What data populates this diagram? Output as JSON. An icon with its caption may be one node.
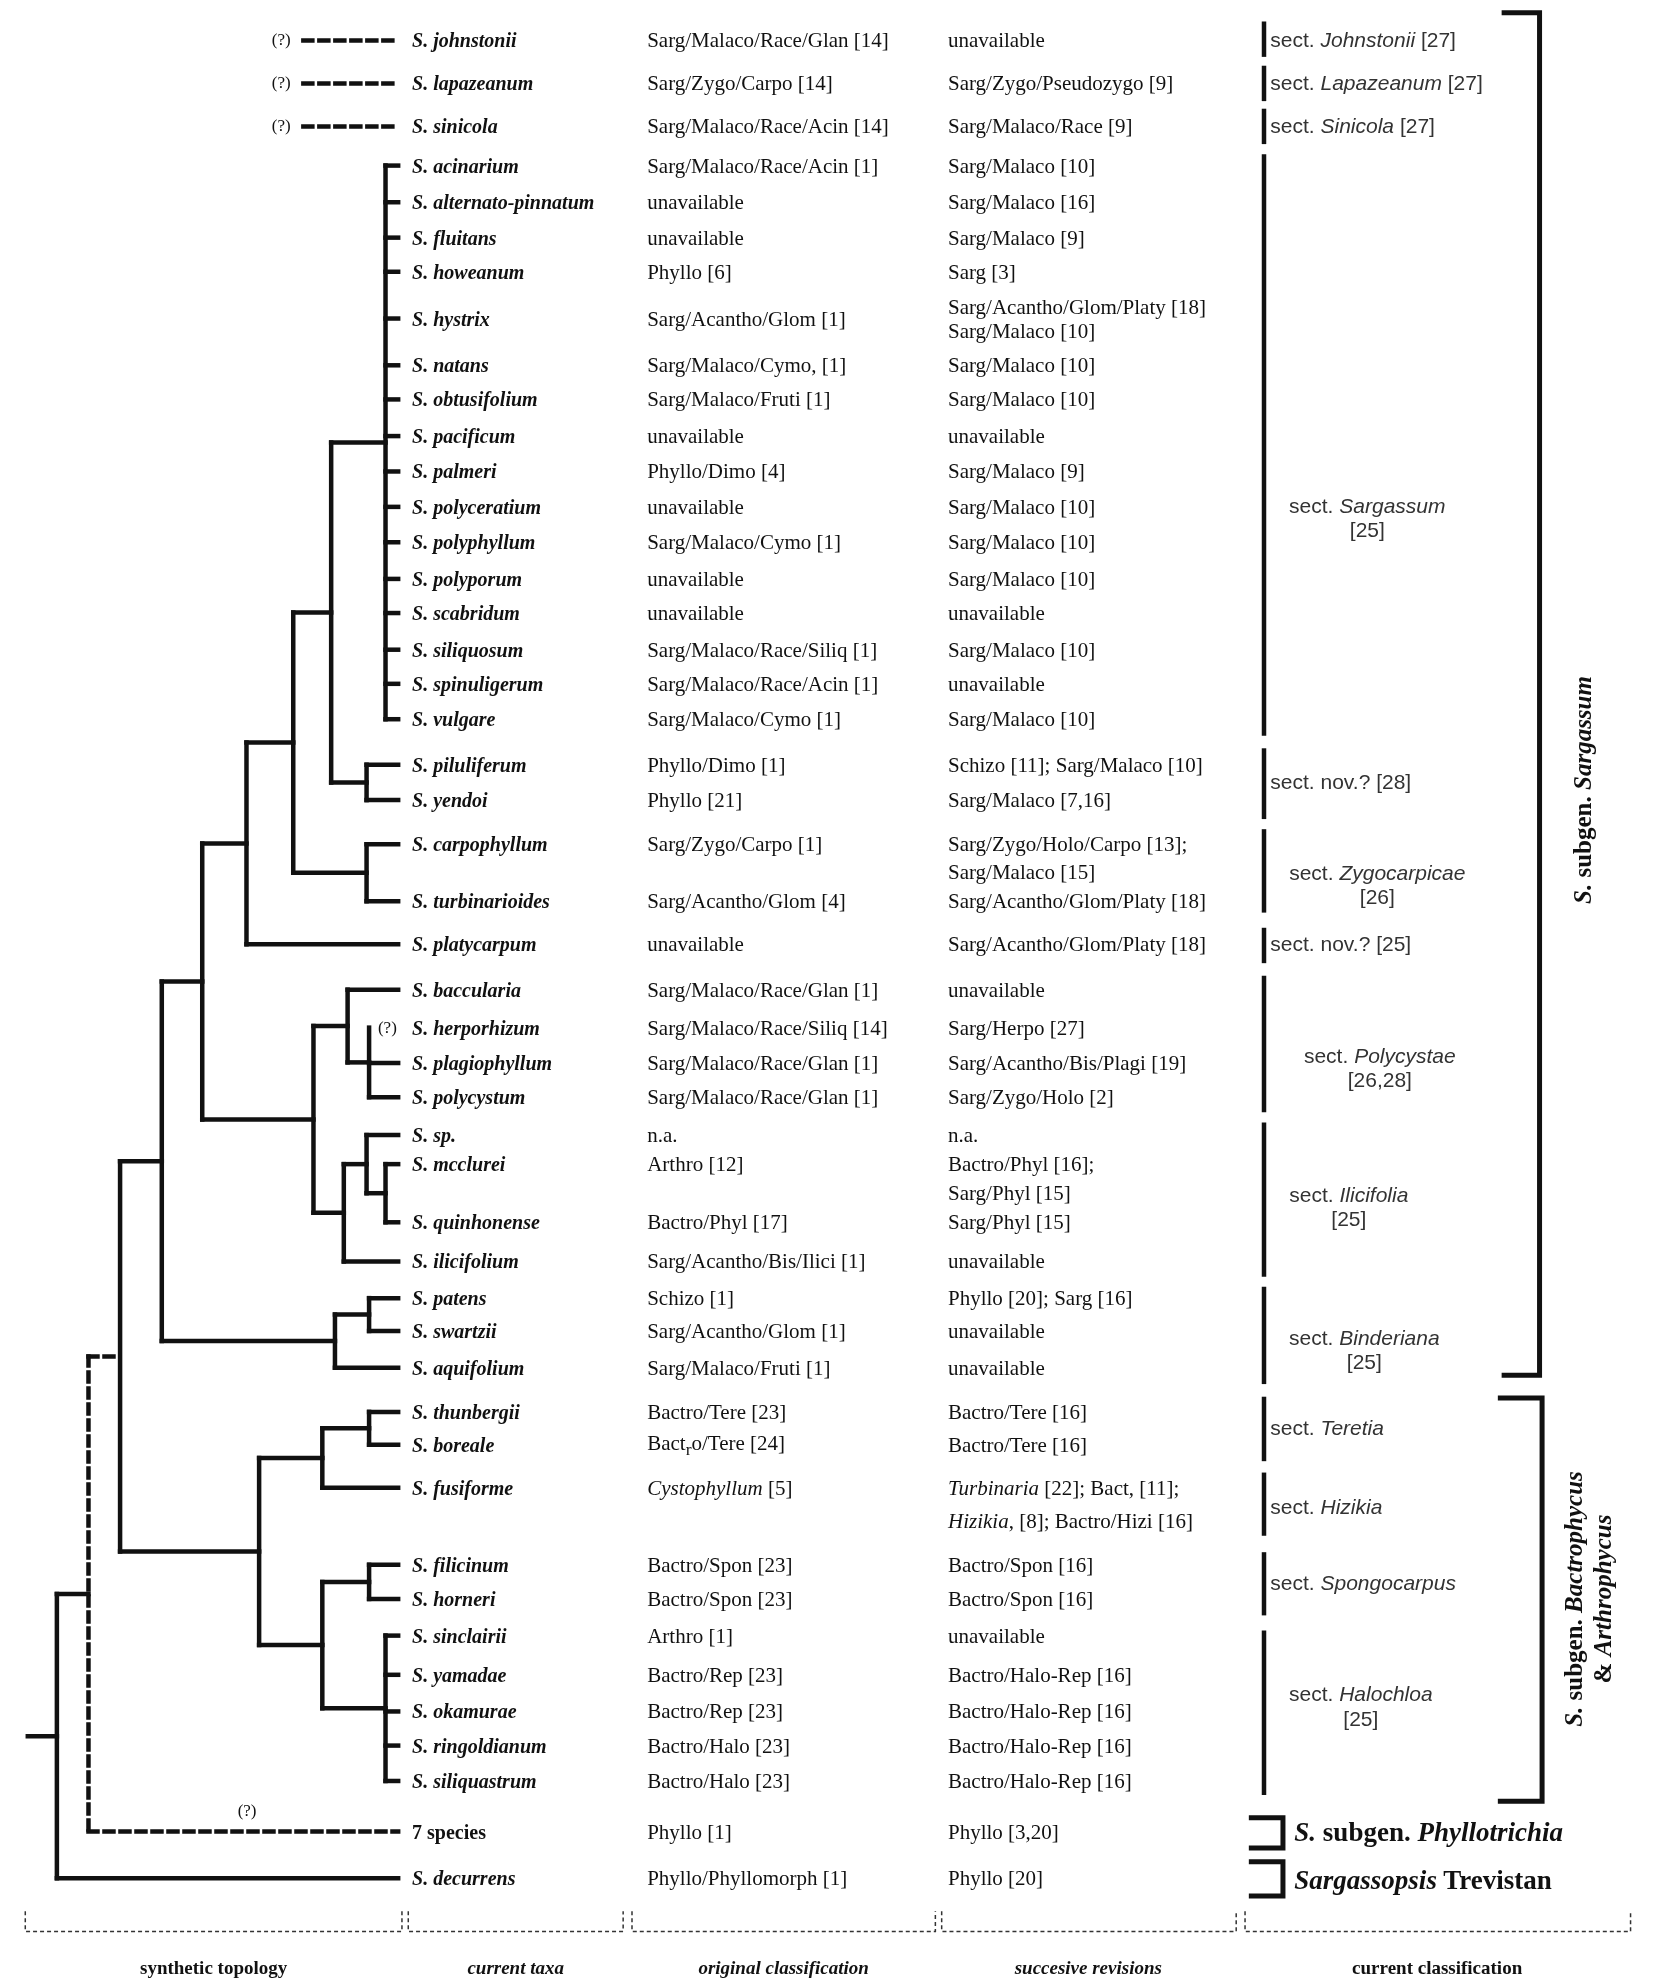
{
  "diagram": {
    "labels": [
      "(?)",
      "S. johnstonii",
      "Sarg/Malaco/Race/Glan [14]",
      "unavailable",
      "sect. *Johnstonii* [27]",
      "(?)",
      "S. lapazeanum",
      "Sarg/Zygo/Carpo [14]",
      "Sarg/Zygo/Pseudozygo [9]",
      "sect. *Lapazeanum* [27]",
      "(?)",
      "S. sinicola",
      "Sarg/Malaco/Race/Acin [14]",
      "Sarg/Malaco/Race [9]",
      "sect. *Sinicola* [27]",
      "S. acinarium",
      "Sarg/Malaco/Race/Acin [1]",
      "Sarg/Malaco [10]",
      "S. alternato-pinnatum",
      "unavailable",
      "Sarg/Malaco [16]",
      "S. fluitans",
      "unavailable",
      "Sarg/Malaco [9]",
      "S. howeanum",
      "Phyllo [6]",
      "Sarg [3]",
      "S. hystrix",
      "Sarg/Acantho/Glom [1]",
      "Sarg/Acantho/Glom/Platy [18]",
      "Sarg/Malaco [10]",
      "S. natans",
      "Sarg/Malaco/Cymo, [1]",
      "Sarg/Malaco [10]",
      "S. obtusifolium",
      "Sarg/Malaco/Fruti [1]",
      "Sarg/Malaco [10]",
      "S. pacificum",
      "unavailable",
      "unavailable",
      "S. palmeri",
      "Phyllo/Dimo [4]",
      "Sarg/Malaco [9]",
      "S. polyceratium",
      "unavailable",
      "Sarg/Malaco [10]",
      "sect. *Sargassum* [25]",
      "S. polyphyllum",
      "Sarg/Malaco/Cymo [1]",
      "Sarg/Malaco [10]",
      "S. polyporum",
      "unavailable",
      "Sarg/Malaco [10]",
      "S. scabridum",
      "unavailable",
      "unavailable",
      "S. siliquosum",
      "Sarg/Malaco/Race/Siliq [1]",
      "Sarg/Malaco [10]",
      "S. spinuligerum",
      "Sarg/Malaco/Race/Acin [1]",
      "unavailable",
      "S. vulgare",
      "Sarg/Malaco/Cymo [1]",
      "Sarg/Malaco [10]",
      "S. piluliferum",
      "Phyllo/Dimo [1]",
      "Schizo [11]; Sarg/Malaco [10]",
      "sect. nov.? [28]",
      "S. yendoi",
      "Phyllo [21]",
      "Sarg/Malaco [7,16]",
      "S. carpophyllum",
      "Sarg/Zygo/Carpo [1]",
      "Sarg/Zygo/Holo/Carpo [13];",
      "Sarg/Malaco [15]",
      "sect. *Zygocarpicae* [26]",
      "S. turbinarioides",
      "Sarg/Acantho/Glom [4]",
      "Sarg/Acantho/Glom/Platy [18]",
      "S. platycarpum",
      "unavailable",
      "Sarg/Acantho/Glom/Platy [18]",
      "sect. nov.? [25]",
      "S. baccularia",
      "Sarg/Malaco/Race/Glan [1]",
      "unavailable",
      "(?)",
      "S. herporhizum",
      "Sarg/Malaco/Race/Siliq [14]",
      "Sarg/Herpo [27]",
      "S. plagiophyllum",
      "Sarg/Malaco/Race/Glan [1]",
      "Sarg/Acantho/Bis/Plagi [19]",
      "sect. *Polycystae* [26,28]",
      "S. polycystum",
      "Sarg/Malaco/Race/Glan [1]",
      "Sarg/Zygo/Holo [2]",
      "S. sp.",
      "n.a.",
      "n.a.",
      "S. mcclurei",
      "Arthro [12]",
      "Bactro/Phyl [16];",
      "Sarg/Phyl [15]",
      "sect. *Ilicifolia* [25]",
      "S. quinhonense",
      "Bactro/Phyl [17]",
      "Sarg/Phyl [15]",
      "S. ilicifolium",
      "Sarg/Acantho/Bis/Ilici [1]",
      "unavailable",
      "S. patens",
      "Schizo [1]",
      "Phyllo [20]; Sarg [16]",
      "S. swartzii",
      "Sarg/Acantho/Glom [1]",
      "unavailable",
      "sect. *Binderiana* [25]",
      "S. aquifolium",
      "Sarg/Malaco/Fruti [1]",
      "unavailable",
      "S. thunbergii",
      "Bactro/Tere [23]",
      "Bactro/Tere [16]",
      "sect. *Teretia*",
      "S. boreale",
      "Bact$_{r}$o/Tere [24]",
      "Bactro/Tere [16]",
      "S. fusiforme",
      "*Cystophyllum* [5]",
      "*Turbinaria* [22]; Bact, [11];",
      "*Hizikia*, [8]; Bactro/Hizi [16]",
      "sect. *Hizikia*",
      "S. filicinum",
      "Bactro/Spon [23]",
      "Bactro/Spon [16]",
      "sect. *Spongocarpus*",
      "S. horneri",
      "Bactro/Spon [23]",
      "Bactro/Spon [16]",
      "S. sinclairii",
      "Arthro [1]",
      "unavailable",
      "S. yamadae",
      "Bactro/Rep [23]",
      "Bactro/Halo-Rep [16]",
      "sect. *Halochloa* [25]",
      "S. okamurae",
      "Bactro/Rep [23]",
      "Bactro/Halo-Rep [16]",
      "S. ringoldianum",
      "Bactro/Halo [23]",
      "Bactro/Halo-Rep [16]",
      "S. siliquastrum",
      "Bactro/Halo [23]",
      "Bactro/Halo-Rep [16]",
      "(?)",
      "7 species",
      "Phyllo [1]",
      "Phyllo [3,20]",
      "*S.* subgen. *Phyllotrichia*",
      "S. decurrens",
      "Phyllo/Phyllomorph [1]",
      "Phyllo [20]",
      "*Sargassopsis* Trevistan",
      "*S.* subgen. *Sargassum*",
      "*S.* subgen. *Bactrophycus* & *Arthrophycus*",
      "synthetic topology",
      "current taxa",
      "original classification",
      "succesive revisions",
      "current classification"
    ]
  }
}
